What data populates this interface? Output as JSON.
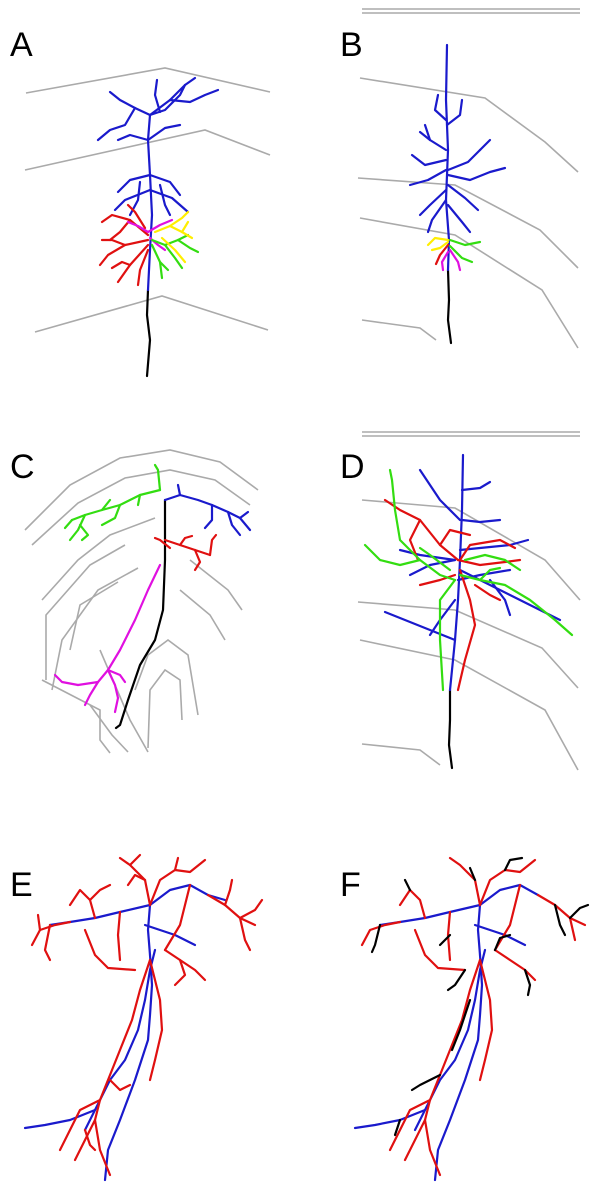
{
  "panels": [
    {
      "id": "A",
      "label": "A"
    },
    {
      "id": "B",
      "label": "B"
    },
    {
      "id": "C",
      "label": "C"
    },
    {
      "id": "D",
      "label": "D"
    },
    {
      "id": "E",
      "label": "E"
    },
    {
      "id": "F",
      "label": "F"
    }
  ],
  "colors": {
    "apical": "#1a1acc",
    "red": "#e01010",
    "green": "#33dd11",
    "yellow": "#ffee00",
    "magenta": "#e010e0",
    "axon": "#000000",
    "layer_boundary": "#aaaaaa"
  }
}
